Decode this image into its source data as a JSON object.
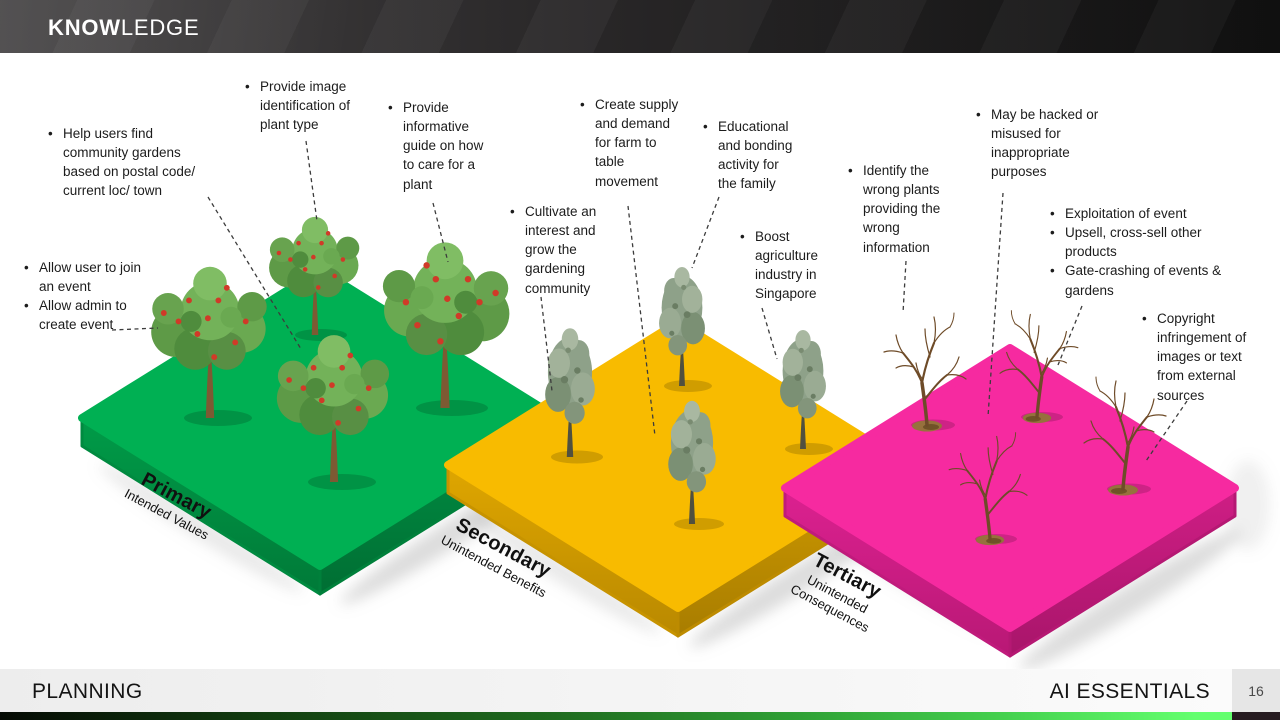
{
  "header": {
    "title_bold": "KNOW",
    "title_regular": "LEDGE"
  },
  "colors": {
    "primary_green": "#00B053",
    "secondary_yellow": "#F8BB00",
    "tertiary_pink": "#F62AA0",
    "accent_bar_green": "#63FF6E"
  },
  "platforms": {
    "primary": {
      "title": "Primary",
      "subtitle": "Intended Values"
    },
    "secondary": {
      "title": "Secondary",
      "subtitle": "Unintended Benefits"
    },
    "tertiary": {
      "title": "Tertiary",
      "subtitle": "Unintended Consequences"
    }
  },
  "annotations": {
    "a1": {
      "items": [
        "Help users find community gardens based on postal code/ current loc/ town"
      ]
    },
    "a2": {
      "items": [
        "Provide image identification of plant type"
      ]
    },
    "a3": {
      "items": [
        "Provide informative guide on how to care for a plant"
      ]
    },
    "a4": {
      "items": [
        "Allow user to join an event",
        "Allow admin to create event"
      ]
    },
    "a5": {
      "items": [
        "Cultivate an interest and grow the gardening community"
      ]
    },
    "a6": {
      "items": [
        "Create supply and demand for farm to table movement"
      ]
    },
    "a7": {
      "items": [
        "Educational and bonding activity for the family"
      ]
    },
    "a8": {
      "items": [
        "Boost agriculture industry in Singapore"
      ]
    },
    "a9": {
      "items": [
        "Identify the wrong plants providing the wrong information"
      ]
    },
    "a10": {
      "items": [
        "May be hacked or misused for inappropriate purposes"
      ]
    },
    "a11": {
      "items": [
        "Exploitation of event",
        "Upsell, cross-sell other products",
        "Gate-crashing of events & gardens"
      ]
    },
    "a12": {
      "items": [
        "Copyright infringement of images or text from external sources"
      ]
    }
  },
  "footer": {
    "section": "PLANNING",
    "course": "AI ESSENTIALS",
    "page_number": "16"
  }
}
